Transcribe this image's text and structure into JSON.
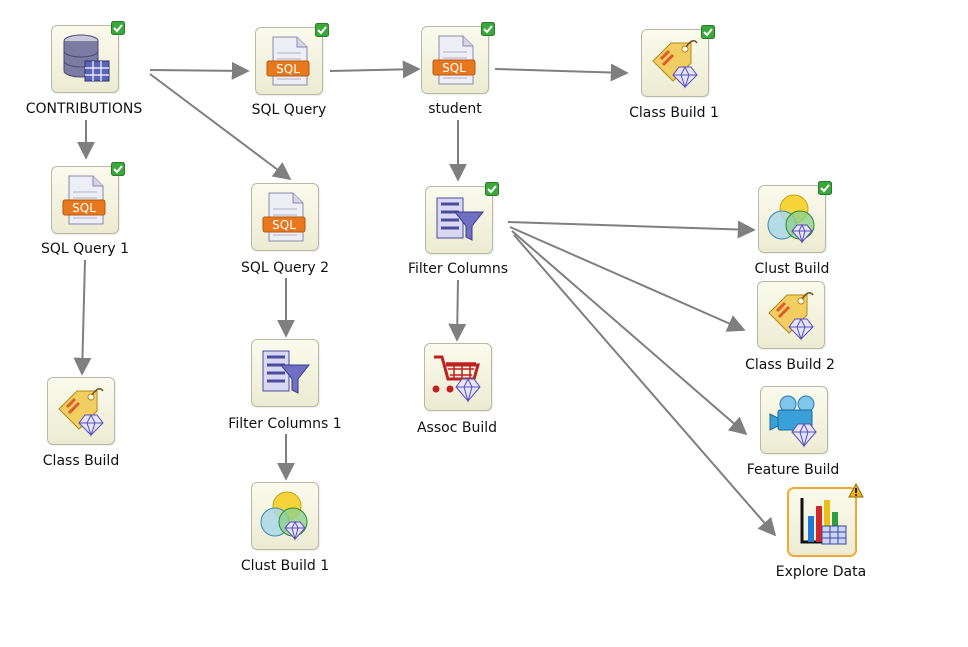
{
  "nodes": [
    {
      "id": "contributions",
      "label": "CONTRIBUTIONS",
      "icon": "database-icon",
      "status": "complete"
    },
    {
      "id": "sql-query",
      "label": "SQL Query",
      "icon": "sql-icon",
      "status": "complete"
    },
    {
      "id": "student",
      "label": "student",
      "icon": "sql-icon",
      "status": "complete"
    },
    {
      "id": "class-build-1",
      "label": "Class Build 1",
      "icon": "classification-model-icon",
      "status": "complete"
    },
    {
      "id": "sql-query-1",
      "label": "SQL Query 1",
      "icon": "sql-icon",
      "status": "complete"
    },
    {
      "id": "sql-query-2",
      "label": "SQL Query 2",
      "icon": "sql-icon",
      "status": "none"
    },
    {
      "id": "filter-columns",
      "label": "Filter Columns",
      "icon": "filter-columns-icon",
      "status": "complete"
    },
    {
      "id": "clust-build",
      "label": "Clust Build",
      "icon": "clustering-model-icon",
      "status": "complete"
    },
    {
      "id": "class-build-2",
      "label": "Class Build 2",
      "icon": "classification-model-icon",
      "status": "none"
    },
    {
      "id": "filter-columns-1",
      "label": "Filter Columns 1",
      "icon": "filter-columns-icon",
      "status": "none"
    },
    {
      "id": "assoc-build",
      "label": "Assoc Build",
      "icon": "association-model-icon",
      "status": "none"
    },
    {
      "id": "feature-build",
      "label": "Feature Build",
      "icon": "feature-extraction-icon",
      "status": "none"
    },
    {
      "id": "class-build",
      "label": "Class Build",
      "icon": "classification-model-icon",
      "status": "none"
    },
    {
      "id": "clust-build-1",
      "label": "Clust Build 1",
      "icon": "clustering-model-icon",
      "status": "none"
    },
    {
      "id": "explore-data",
      "label": "Explore Data",
      "icon": "explore-data-icon",
      "status": "warning",
      "selected": true
    }
  ],
  "edges": [
    {
      "from": "contributions",
      "to": "sql-query"
    },
    {
      "from": "contributions",
      "to": "sql-query-2"
    },
    {
      "from": "contributions",
      "to": "sql-query-1"
    },
    {
      "from": "sql-query",
      "to": "student"
    },
    {
      "from": "student",
      "to": "class-build-1"
    },
    {
      "from": "student",
      "to": "filter-columns"
    },
    {
      "from": "sql-query-1",
      "to": "class-build"
    },
    {
      "from": "sql-query-2",
      "to": "filter-columns-1"
    },
    {
      "from": "filter-columns-1",
      "to": "clust-build-1"
    },
    {
      "from": "filter-columns",
      "to": "assoc-build"
    },
    {
      "from": "filter-columns",
      "to": "clust-build"
    },
    {
      "from": "filter-columns",
      "to": "class-build-2"
    },
    {
      "from": "filter-columns",
      "to": "feature-build"
    },
    {
      "from": "filter-columns",
      "to": "explore-data"
    }
  ],
  "colors": {
    "edge": "#7f7f7f",
    "tile_border": "#b9b9a6",
    "selected_border": "#f0a830",
    "check_badge": "#3aa83a",
    "warning_badge": "#f2b516"
  }
}
